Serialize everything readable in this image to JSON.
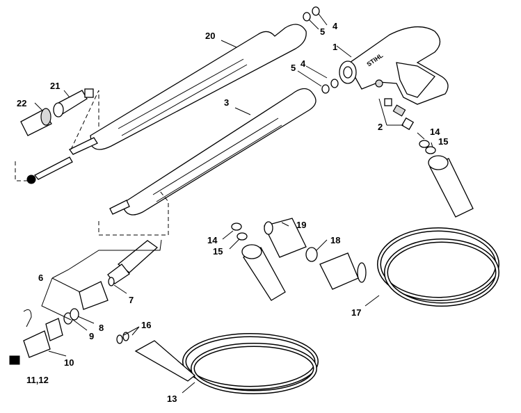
{
  "diagram": {
    "part_labels": {
      "p1": "1",
      "p2": "2",
      "p3": "3",
      "p4a": "4",
      "p4b": "4",
      "p5a": "5",
      "p5b": "5",
      "p6": "6",
      "p7": "7",
      "p8": "8",
      "p9": "9",
      "p10": "10",
      "p11_12": "11,12",
      "p13": "13",
      "p14a": "14",
      "p14b": "14",
      "p15a": "15",
      "p15b": "15",
      "p16": "16",
      "p17": "17",
      "p18": "18",
      "p19": "19",
      "p20": "20",
      "p21": "21",
      "p22": "22"
    },
    "brand_text": "STIHL"
  }
}
